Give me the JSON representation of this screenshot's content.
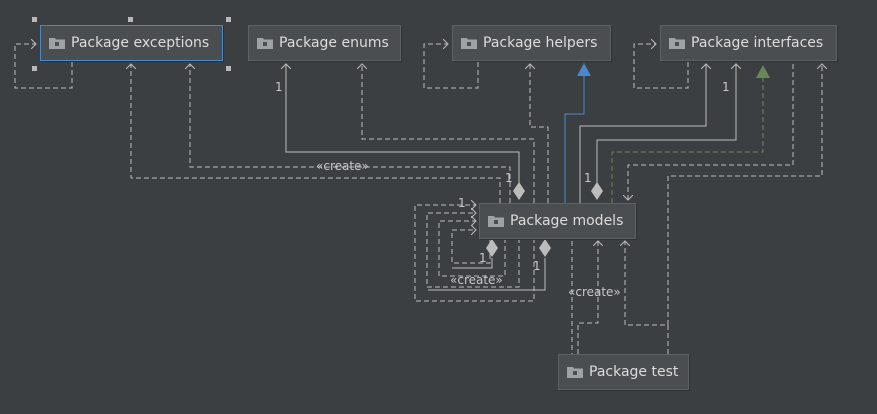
{
  "packages": {
    "exceptions": "Package exceptions",
    "enums": "Package enums",
    "helpers": "Package helpers",
    "interfaces": "Package interfaces",
    "models": "Package models",
    "test": "Package test"
  },
  "edge_labels": {
    "create_top": "«create»",
    "create_bottom": "«create»",
    "create_test": "«create»",
    "one": "1"
  },
  "icons": {
    "package": "folder-package-icon"
  },
  "colors": {
    "background": "#3c3f41",
    "box": "#4b4e50",
    "line": "#bcbcbc",
    "inheritance": "#4a88c7",
    "implementation": "#6a8759"
  }
}
